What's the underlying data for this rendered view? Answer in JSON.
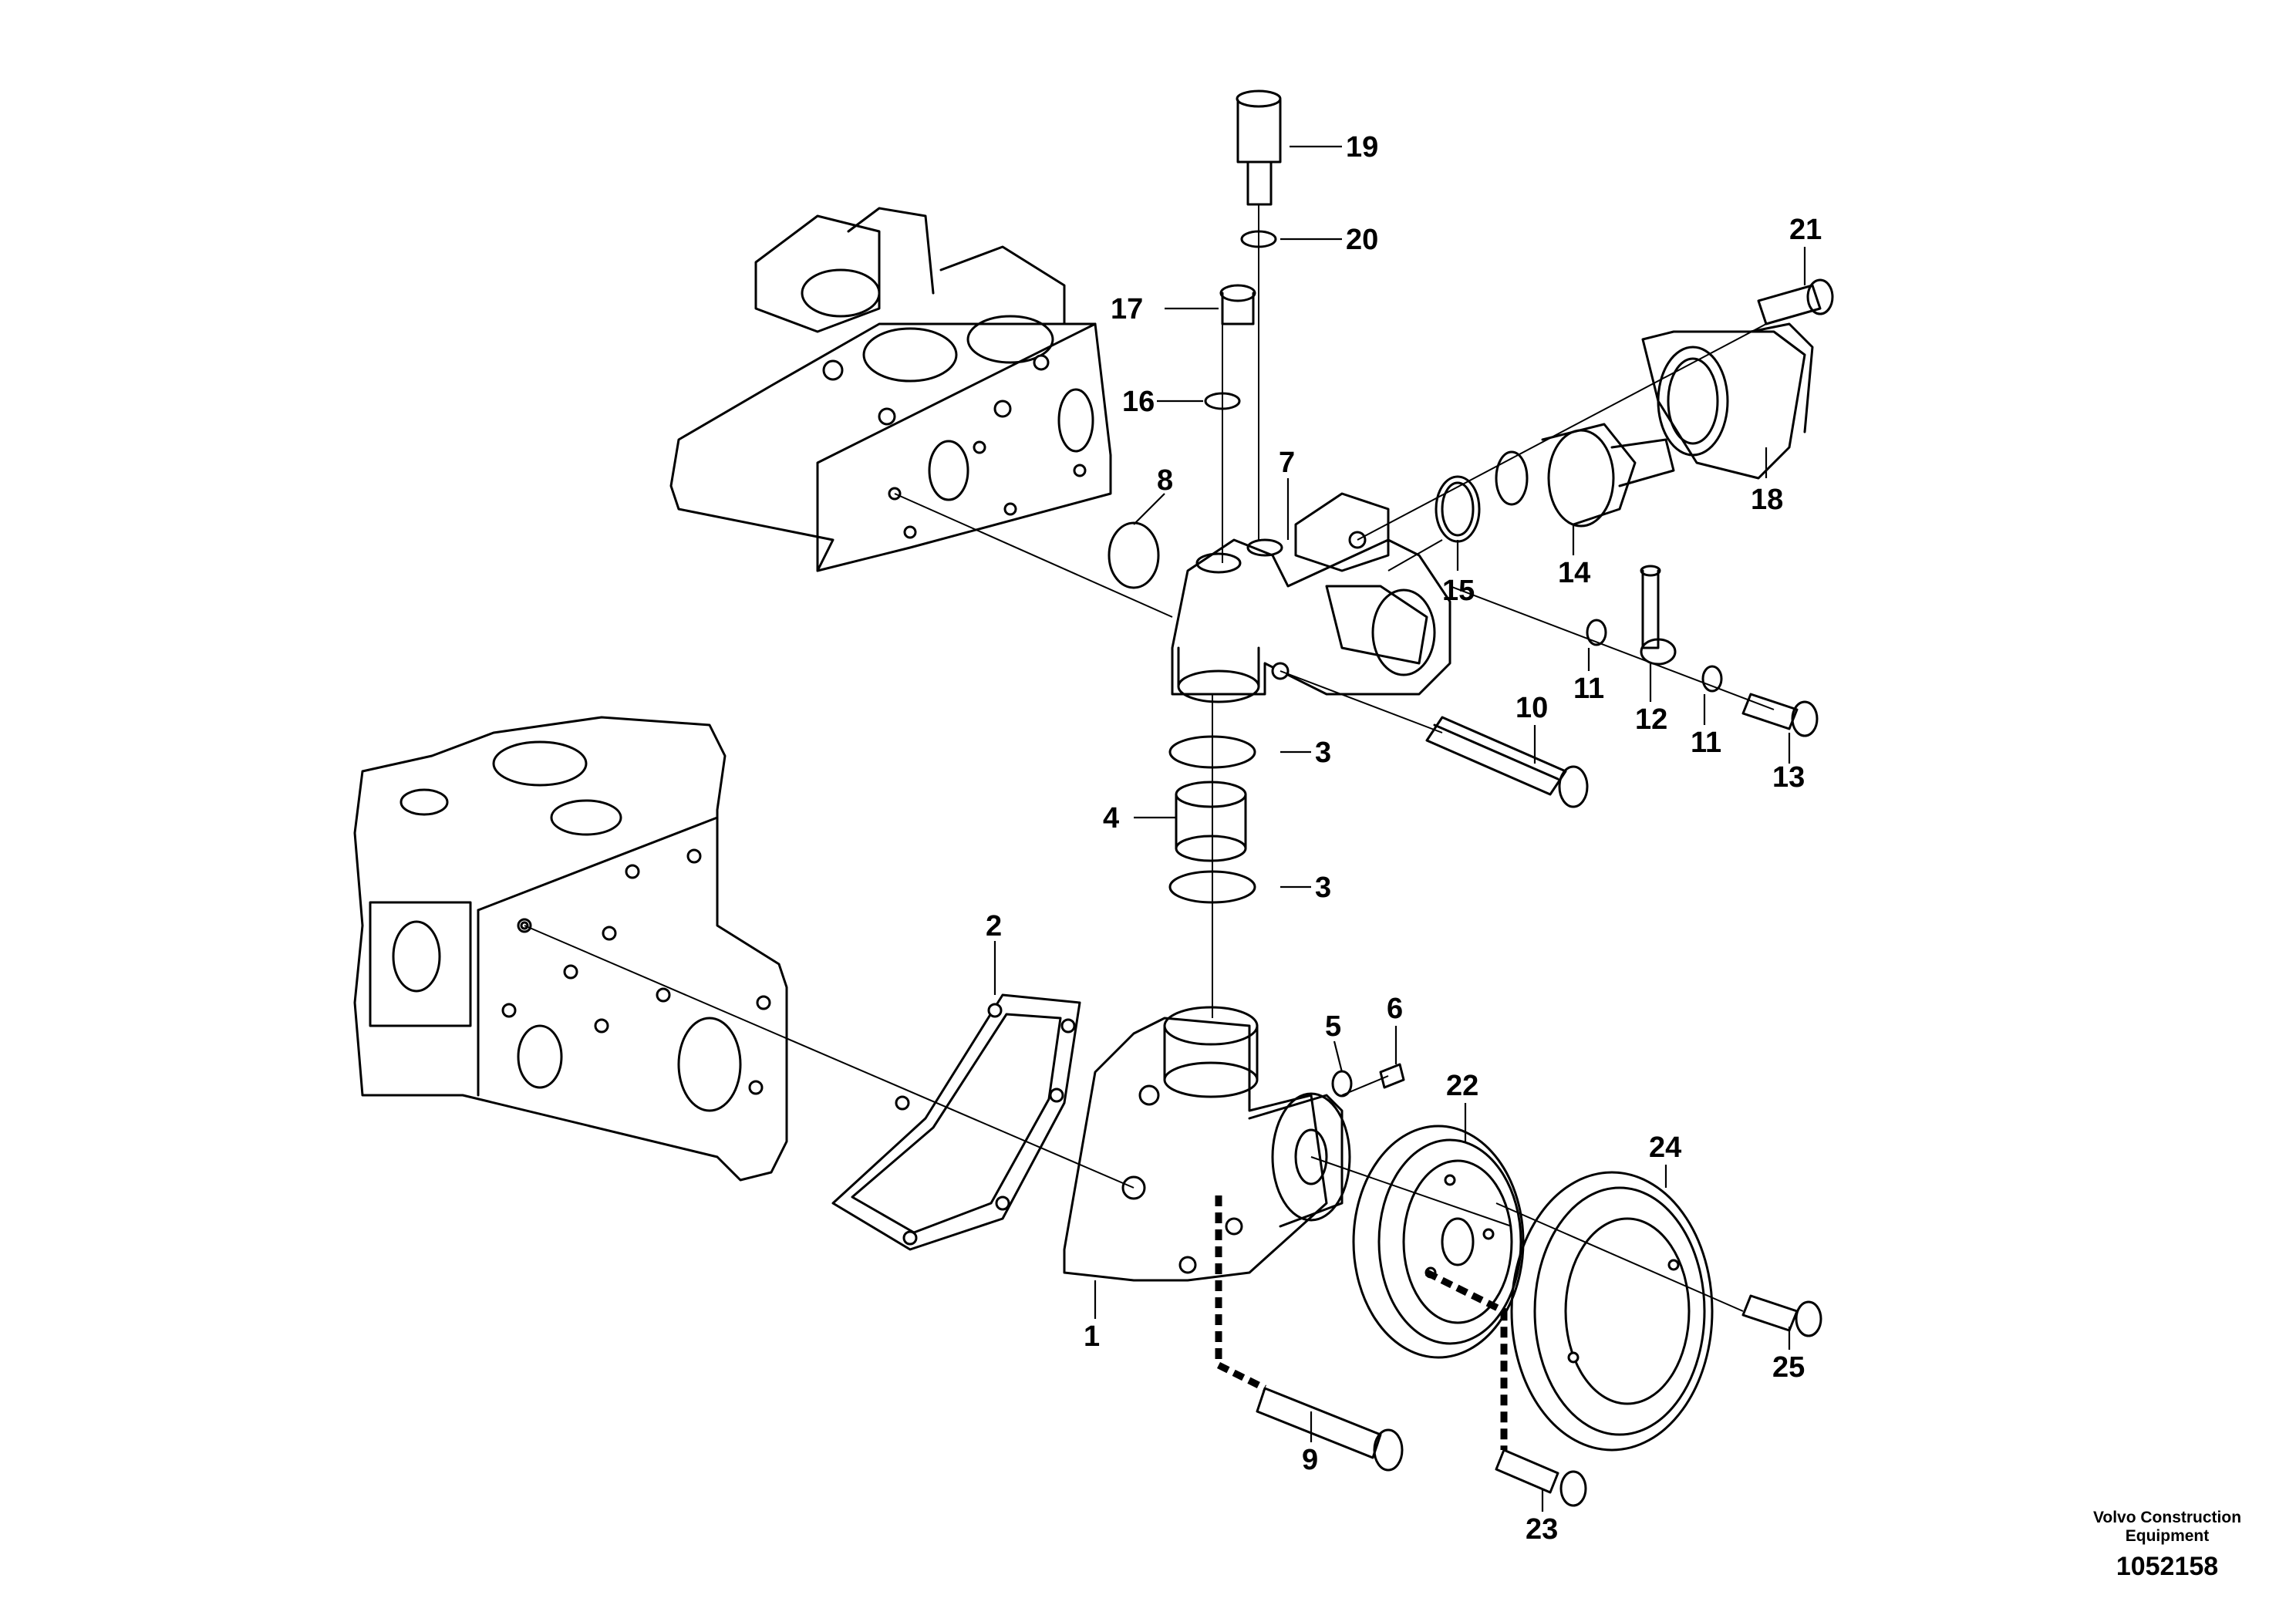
{
  "callouts": [
    "1",
    "2",
    "3",
    "3",
    "4",
    "5",
    "6",
    "7",
    "8",
    "9",
    "10",
    "11",
    "11",
    "12",
    "13",
    "14",
    "15",
    "16",
    "17",
    "18",
    "19",
    "20",
    "21",
    "22",
    "23",
    "24",
    "25"
  ],
  "footer": {
    "brand_line1": "Volvo Construction",
    "brand_line2": "Equipment",
    "drawing_number": "1052158"
  }
}
